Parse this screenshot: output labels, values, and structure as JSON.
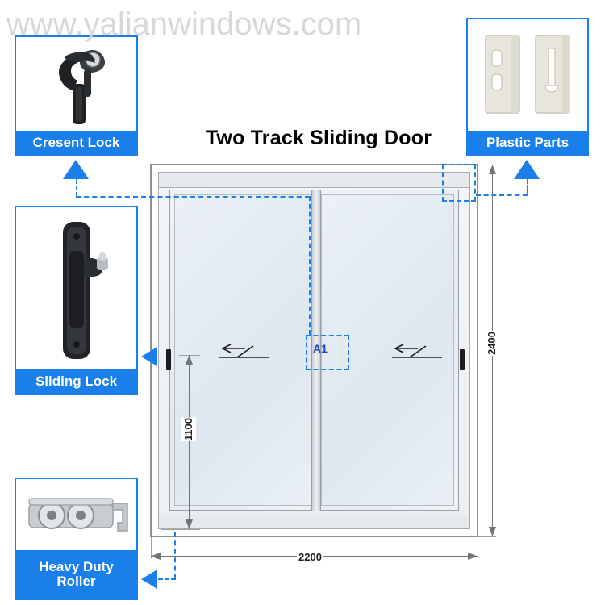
{
  "watermark": "www.yalianwindows.com",
  "title": "Two Track Sliding Door",
  "callouts": [
    {
      "name": "cresent-lock",
      "label": "Cresent Lock",
      "icon": "crescent-lock-photo"
    },
    {
      "name": "plastic-parts",
      "label": "Plastic Parts",
      "icon": "plastic-parts-photo"
    },
    {
      "name": "sliding-lock",
      "label": "Sliding Lock",
      "icon": "sliding-lock-photo"
    },
    {
      "name": "heavy-duty-roller",
      "label_line1": "Heavy Duty",
      "label_line2": "Roller",
      "icon": "roller-photo"
    }
  ],
  "dimensions": {
    "width": "2200",
    "height": "2400",
    "handle_height": "1100"
  },
  "annotations": {
    "detail_tag": "A1"
  },
  "colors": {
    "accent": "#1a7fe8",
    "frame": "#8b8f93",
    "glass": "#e9eff5",
    "dim_text": "#1d1d1f",
    "tag_text": "#1b3fbf",
    "watermark": "#d8d8d8"
  }
}
